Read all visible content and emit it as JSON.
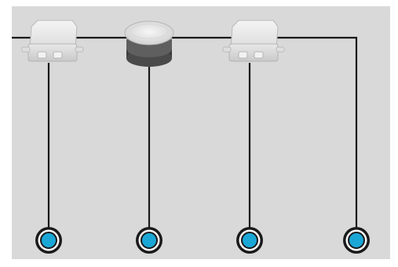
{
  "diagram": {
    "background_color": "#d9d9d9",
    "wire_color": "#1a1a1a",
    "terminal_fill_color": "#1ba7d6",
    "devices": [
      {
        "kind": "junction-box",
        "icon": "junction-box-icon"
      },
      {
        "kind": "round-junction-box",
        "icon": "round-junction-box-icon"
      },
      {
        "kind": "junction-box",
        "icon": "junction-box-icon"
      }
    ],
    "terminals": [
      {
        "icon": "connection-point-icon"
      },
      {
        "icon": "connection-point-icon"
      },
      {
        "icon": "connection-point-icon"
      },
      {
        "icon": "connection-point-icon"
      }
    ]
  }
}
